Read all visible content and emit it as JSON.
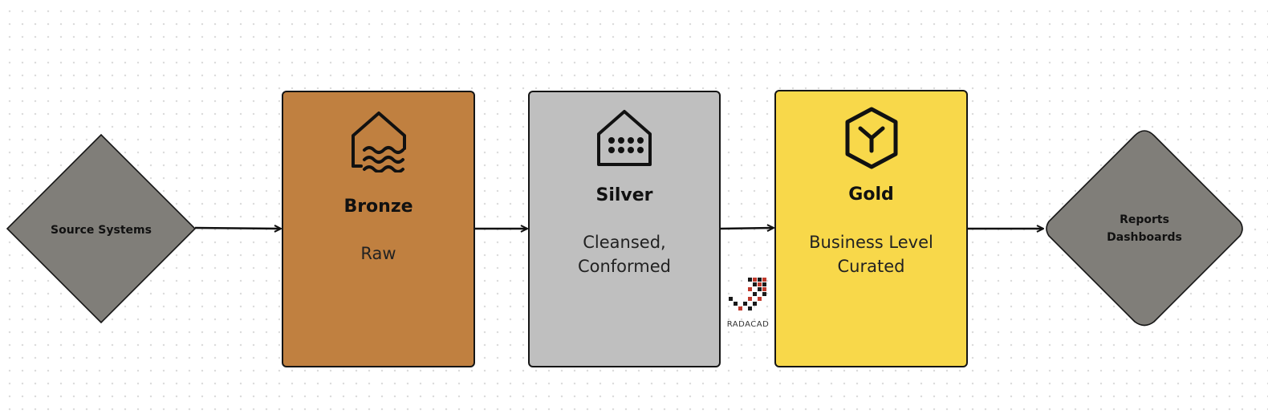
{
  "diagram": {
    "source": {
      "label": "Source Systems"
    },
    "stages": [
      {
        "title": "Bronze",
        "desc": [
          "Raw"
        ],
        "color": "#c08040",
        "icon": "house-waves-icon"
      },
      {
        "title": "Silver",
        "desc": [
          "Cleansed,",
          "Conformed"
        ],
        "color": "#bfbfbf",
        "icon": "house-dots-icon"
      },
      {
        "title": "Gold",
        "desc": [
          "Business Level",
          "Curated"
        ],
        "color": "#f8d84a",
        "icon": "cube-icon"
      }
    ],
    "target": {
      "lines": [
        "Reports",
        "Dashboards"
      ]
    },
    "diamond_color": "#807e79",
    "watermark": {
      "text": "RADACAD",
      "colors": [
        "#1a1a1a",
        "#c0392b"
      ]
    }
  }
}
